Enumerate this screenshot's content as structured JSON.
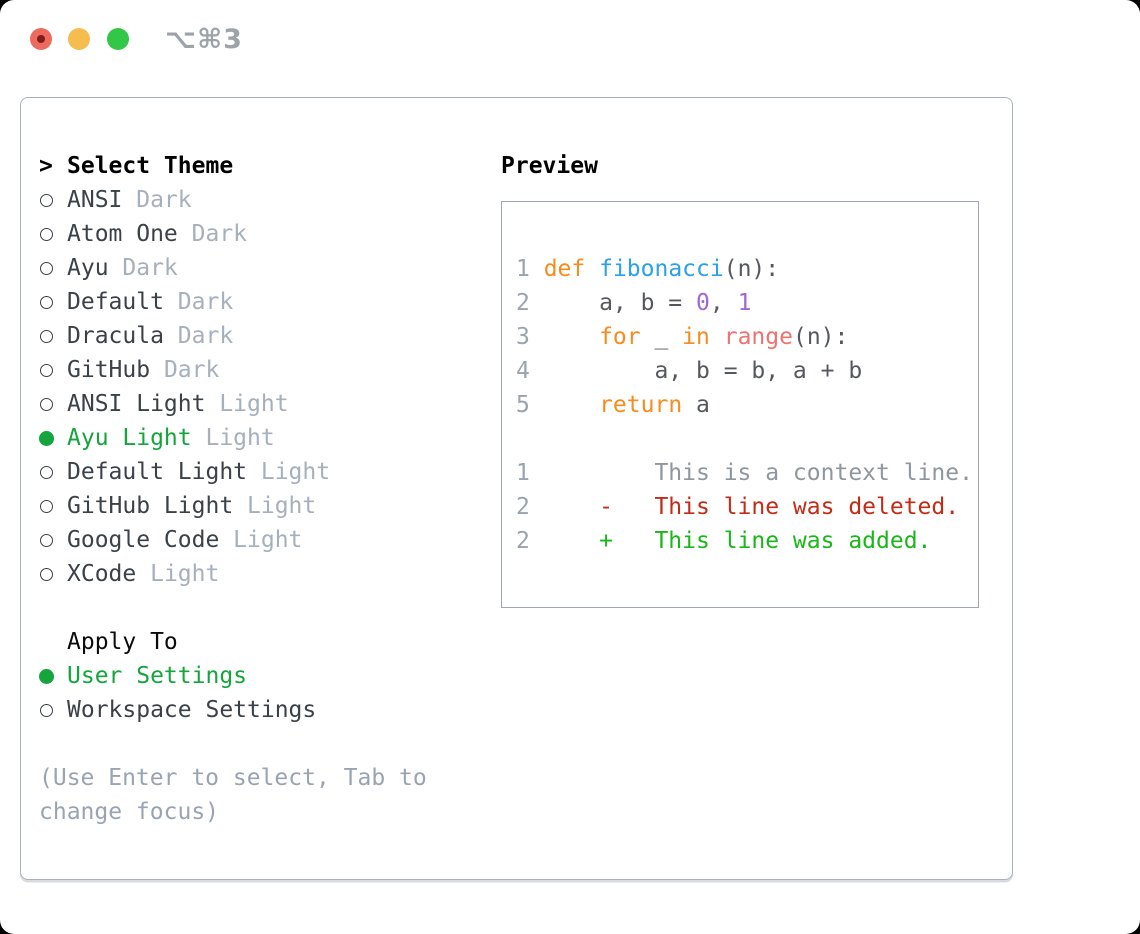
{
  "colors": {
    "accent-green": "#14A53C",
    "item-text": "#3B4148",
    "variant-text": "#A6B0BC",
    "hint-text": "#9AA4B1",
    "panel-border": "#A9B1BB",
    "preview-border": "#9FA8B2",
    "code-plain": "#55595F",
    "code-linenum": "#9AA3AE",
    "code-keyword": "#F78C1E",
    "code-function": "#2AA1E8",
    "code-number": "#A266D2",
    "code-builtin": "#F0716F",
    "diff-context": "#8F969E",
    "diff-deleted": "#C42B17",
    "diff-added": "#1AB718",
    "traffic-red": "#EC6A5E",
    "traffic-red-dot": "#7E1D17",
    "traffic-yellow": "#F4BD4E",
    "traffic-green": "#33C748",
    "shortcut-text": "#9EA3AA"
  },
  "titlebar": {
    "shortcut": "⌥⌘3"
  },
  "left": {
    "title_marker": ">",
    "title": "Select Theme",
    "items": [
      {
        "name": "ANSI",
        "variant": "Dark",
        "selected": false
      },
      {
        "name": "Atom One",
        "variant": "Dark",
        "selected": false
      },
      {
        "name": "Ayu",
        "variant": "Dark",
        "selected": false
      },
      {
        "name": "Default",
        "variant": "Dark",
        "selected": false
      },
      {
        "name": "Dracula",
        "variant": "Dark",
        "selected": false
      },
      {
        "name": "GitHub",
        "variant": "Dark",
        "selected": false
      },
      {
        "name": "ANSI Light",
        "variant": "Light",
        "selected": false
      },
      {
        "name": "Ayu Light",
        "variant": "Light",
        "selected": true
      },
      {
        "name": "Default Light",
        "variant": "Light",
        "selected": false
      },
      {
        "name": "GitHub Light",
        "variant": "Light",
        "selected": false
      },
      {
        "name": "Google Code",
        "variant": "Light",
        "selected": false
      },
      {
        "name": "XCode",
        "variant": "Light",
        "selected": false
      }
    ],
    "apply_to": {
      "label": "Apply To",
      "options": [
        {
          "label": "User Settings",
          "selected": true
        },
        {
          "label": "Workspace Settings",
          "selected": false
        }
      ]
    },
    "hint": "(Use Enter to select, Tab to change focus)"
  },
  "preview": {
    "title": "Preview",
    "lines": [
      {
        "n": "1",
        "kind": "code",
        "tokens": [
          [
            "kw",
            "def"
          ],
          [
            "pl",
            " "
          ],
          [
            "fn",
            "fibonacci"
          ],
          [
            "pl",
            "(n):"
          ]
        ]
      },
      {
        "n": "2",
        "kind": "code",
        "tokens": [
          [
            "pl",
            "    a, b = "
          ],
          [
            "num",
            "0"
          ],
          [
            "pl",
            ", "
          ],
          [
            "num",
            "1"
          ]
        ]
      },
      {
        "n": "3",
        "kind": "code",
        "tokens": [
          [
            "pl",
            "    "
          ],
          [
            "kw",
            "for"
          ],
          [
            "pl",
            " _ "
          ],
          [
            "kw",
            "in"
          ],
          [
            "pl",
            " "
          ],
          [
            "bi",
            "range"
          ],
          [
            "pl",
            "(n):"
          ]
        ]
      },
      {
        "n": "4",
        "kind": "code",
        "tokens": [
          [
            "pl",
            "        a, b = b, a + b"
          ]
        ]
      },
      {
        "n": "5",
        "kind": "code",
        "tokens": [
          [
            "pl",
            "    "
          ],
          [
            "kw",
            "return"
          ],
          [
            "pl",
            " a"
          ]
        ]
      },
      {
        "n": "",
        "kind": "blank",
        "tokens": []
      },
      {
        "n": "1",
        "kind": "context",
        "tokens": [
          [
            "ctx",
            "        This is a context line."
          ]
        ]
      },
      {
        "n": "2",
        "kind": "deleted",
        "tokens": [
          [
            "del",
            "    -   This line was deleted."
          ]
        ]
      },
      {
        "n": "2",
        "kind": "added",
        "tokens": [
          [
            "add",
            "    +   This line was added."
          ]
        ]
      }
    ]
  }
}
